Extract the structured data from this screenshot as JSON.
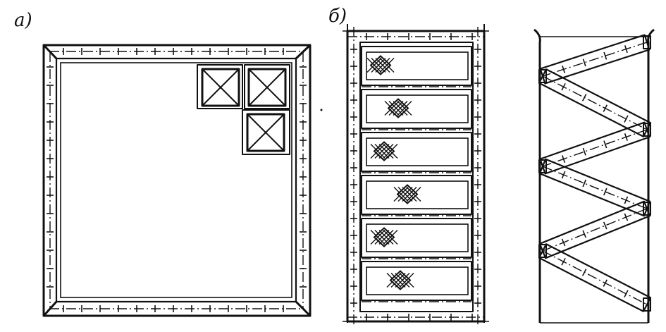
{
  "labels": {
    "a": "a)",
    "b": "б)"
  },
  "diagrams": {
    "a": {
      "crates_count": 3
    },
    "b": {
      "stacked_bags_count": 6,
      "zigzag_members": 6
    }
  }
}
